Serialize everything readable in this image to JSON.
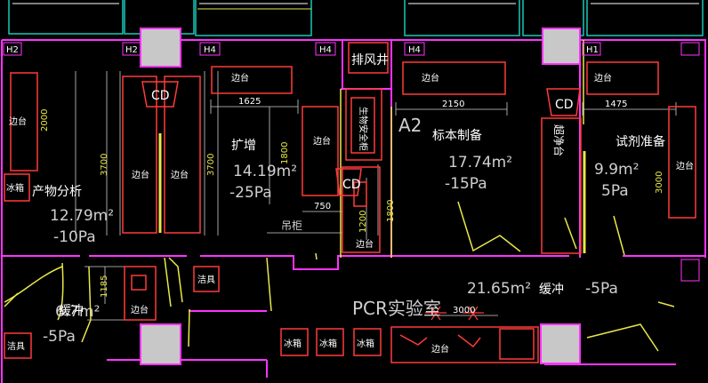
{
  "colors": {
    "background": "#000000",
    "wall": "#ff33ff",
    "partition": "#e8e84a",
    "equipment": "#ff3b3b",
    "dimension": "#cfcfcf",
    "text": "#ffffff",
    "column": "#c8c8c8",
    "frame_top": "#18c8b8"
  },
  "rooms": [
    {
      "id": "product-analysis",
      "name": "产物分析",
      "area": "12.79m²",
      "pressure": "-10Pa"
    },
    {
      "id": "amplification",
      "name": "扩增",
      "area": "14.19m²",
      "pressure": "-25Pa"
    },
    {
      "id": "specimen-prep",
      "name": "标本制备",
      "area": "17.74m²",
      "pressure": "-15Pa"
    },
    {
      "id": "reagent-prep",
      "name": "试剂准备",
      "area": "9.9m²",
      "pressure": "5Pa"
    },
    {
      "id": "buffer-left",
      "name": "缓冲",
      "area": "6.7m²",
      "pressure": "-5Pa"
    },
    {
      "id": "buffer-right",
      "name": "缓冲",
      "area": "21.65m²",
      "pressure": "-5Pa"
    }
  ],
  "labels": {
    "pcr_lab": "PCR实验室",
    "exhaust_shaft": "排风井",
    "hanging_cabinet": "吊柜",
    "zone_a2": "A2",
    "bench": "边台",
    "cleaning_tools": "洁具",
    "fridge": "冰箱",
    "biosafety_cabinet": "生物安全柜",
    "ultra_clean_bench": "超净台",
    "cd": "CD",
    "h2": "H2",
    "h4": "H4",
    "h1": "H1"
  },
  "dimensions": {
    "d1625": "1625",
    "d2150": "2150",
    "d1475": "1475",
    "d2000": "2000",
    "d3700a": "3700",
    "d3700b": "3700",
    "d1800a": "1800",
    "d1800b": "1800",
    "d750": "750",
    "d1200": "1200",
    "d3000a": "3000",
    "d3000b": "3000",
    "d1185": "1185"
  }
}
